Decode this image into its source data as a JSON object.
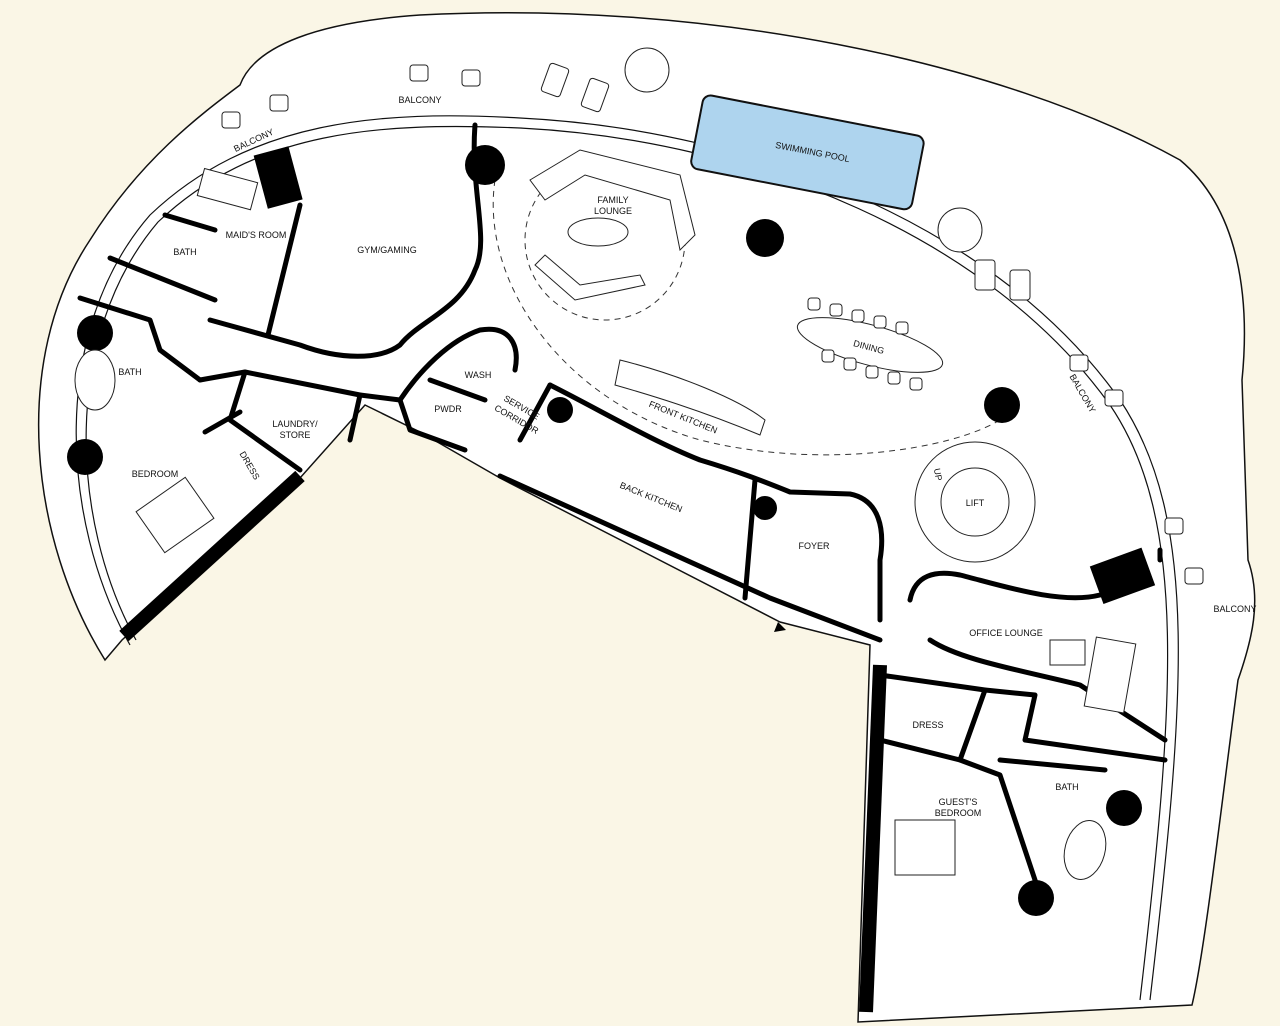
{
  "labels": {
    "balcony_left": "BALCONY",
    "balcony_top": "BALCONY",
    "balcony_right": "BALCONY",
    "balcony_far_right": "BALCONY",
    "swimming_pool": "SWIMMING POOL",
    "family_lounge_1": "FAMILY",
    "family_lounge_2": "LOUNGE",
    "maids_room": "MAID'S ROOM",
    "bath_maid": "BATH",
    "gym": "GYM/GAMING",
    "dining": "DINING",
    "bath_master": "BATH",
    "bedroom": "BEDROOM",
    "laundry_1": "LAUNDRY/",
    "laundry_2": "STORE",
    "dress_left": "DRESS",
    "wash": "WASH",
    "pwdr": "PWDR",
    "service_1": "SERVICE",
    "service_2": "CORRIDOR",
    "front_kitchen": "FRONT KITCHEN",
    "back_kitchen": "BACK KITCHEN",
    "foyer": "FOYER",
    "lift": "LIFT",
    "up": "UP",
    "office_lounge": "OFFICE LOUNGE",
    "dress_right": "DRESS",
    "bath_guest": "BATH",
    "guest_1": "GUEST'S",
    "guest_2": "BEDROOM"
  },
  "colors": {
    "background": "#faf6e6",
    "pool": "#aed4ee",
    "wall": "#000000"
  }
}
